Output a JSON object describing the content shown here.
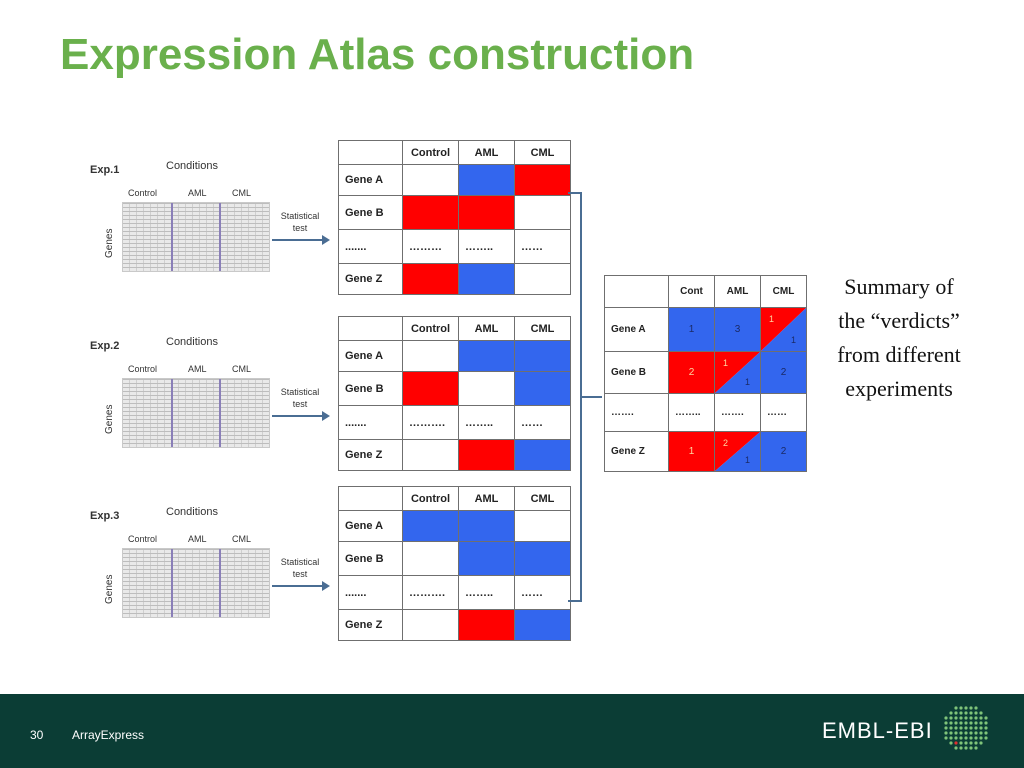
{
  "title": "Expression Atlas construction",
  "experiments": [
    {
      "label": "Exp.1",
      "conditions_label": "Conditions",
      "columns": [
        "Control",
        "AML",
        "CML"
      ],
      "genes_label": "Genes",
      "test_label_1": "Statistical",
      "test_label_2": "test",
      "rows": [
        {
          "gene": "Gene A",
          "cells": [
            "white",
            "blue",
            "red"
          ]
        },
        {
          "gene": "Gene B",
          "cells": [
            "red",
            "red",
            "white"
          ]
        },
        {
          "gene": ".......",
          "dots": [
            "………",
            "……..",
            "……"
          ]
        },
        {
          "gene": "Gene Z",
          "cells": [
            "red",
            "blue",
            "white"
          ]
        }
      ]
    },
    {
      "label": "Exp.2",
      "conditions_label": "Conditions",
      "columns": [
        "Control",
        "AML",
        "CML"
      ],
      "genes_label": "Genes",
      "test_label_1": "Statistical",
      "test_label_2": "test",
      "rows": [
        {
          "gene": "Gene A",
          "cells": [
            "white",
            "blue",
            "blue"
          ]
        },
        {
          "gene": "Gene B",
          "cells": [
            "red",
            "white",
            "blue"
          ]
        },
        {
          "gene": ".......",
          "dots": [
            "……….",
            "……..",
            "……"
          ]
        },
        {
          "gene": "Gene Z",
          "cells": [
            "white",
            "red",
            "blue"
          ]
        }
      ]
    },
    {
      "label": "Exp.3",
      "conditions_label": "Conditions",
      "columns": [
        "Control",
        "AML",
        "CML"
      ],
      "genes_label": "Genes",
      "test_label_1": "Statistical",
      "test_label_2": "test",
      "rows": [
        {
          "gene": "Gene A",
          "cells": [
            "blue",
            "blue",
            "white"
          ]
        },
        {
          "gene": "Gene B",
          "cells": [
            "white",
            "blue",
            "blue"
          ]
        },
        {
          "gene": ".......",
          "dots": [
            "……….",
            "……..",
            "……"
          ]
        },
        {
          "gene": "Gene Z",
          "cells": [
            "white",
            "red",
            "blue"
          ]
        }
      ]
    }
  ],
  "summary": {
    "columns": [
      "Cont",
      "AML",
      "CML"
    ],
    "rows": [
      {
        "gene": "Gene A",
        "cells": [
          {
            "color": "blue",
            "v": "1"
          },
          {
            "color": "blue",
            "v": "3"
          },
          {
            "split": true,
            "a": "1",
            "b": "1"
          }
        ]
      },
      {
        "gene": "Gene B",
        "cells": [
          {
            "color": "red",
            "v": "2"
          },
          {
            "split": true,
            "a": "1",
            "b": "1"
          },
          {
            "color": "blue",
            "v": "2"
          }
        ]
      },
      {
        "gene": "…….",
        "dots": [
          "……..",
          "…….",
          "……"
        ]
      },
      {
        "gene": "Gene Z",
        "cells": [
          {
            "color": "red",
            "v": "1"
          },
          {
            "split": true,
            "a": "2",
            "b": "1"
          },
          {
            "color": "blue",
            "v": "2"
          }
        ]
      }
    ],
    "caption_lines": [
      "Summary of",
      "the “verdicts”",
      "from different",
      "experiments"
    ]
  },
  "colors": {
    "title": "#6ab04c",
    "red": "#ff0000",
    "blue": "#3366ee",
    "footer": "#0b3d35",
    "arrow": "#4a6d93"
  },
  "footer": {
    "page_number": "30",
    "text": "ArrayExpress",
    "brand": "EMBL-EBI"
  }
}
